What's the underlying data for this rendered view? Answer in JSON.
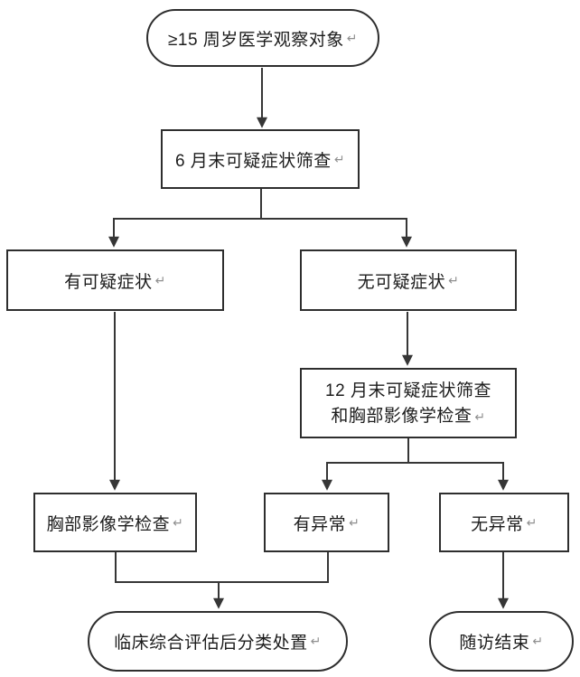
{
  "diagram": {
    "type": "flowchart",
    "return_mark": "↵",
    "colors": {
      "line": "#363636",
      "border": "#2e2e2e",
      "text": "#1c1c1c",
      "background": "#ffffff",
      "return_mark": "#8f8f8f"
    },
    "nodes": {
      "start": {
        "shape": "stadium",
        "label": "≥15 周岁医学观察对象"
      },
      "screen6": {
        "shape": "rect",
        "label": "6 月末可疑症状筛查"
      },
      "has_symptoms": {
        "shape": "rect",
        "label": "有可疑症状"
      },
      "no_symptoms": {
        "shape": "rect",
        "label": "无可疑症状"
      },
      "screen12": {
        "shape": "rect",
        "line1": "12 月末可疑症状筛查",
        "line2": "和胸部影像学检查"
      },
      "chest_imaging": {
        "shape": "rect",
        "label": "胸部影像学检查"
      },
      "abnormal": {
        "shape": "rect",
        "label": "有异常"
      },
      "normal": {
        "shape": "rect",
        "label": "无异常"
      },
      "evaluation": {
        "shape": "stadium",
        "label": "临床综合评估后分类处置"
      },
      "end": {
        "shape": "stadium",
        "label": "随访结束"
      }
    },
    "edges": [
      {
        "from": "start",
        "to": "screen6"
      },
      {
        "from": "screen6",
        "to": "has_symptoms"
      },
      {
        "from": "screen6",
        "to": "no_symptoms"
      },
      {
        "from": "has_symptoms",
        "to": "chest_imaging"
      },
      {
        "from": "no_symptoms",
        "to": "screen12"
      },
      {
        "from": "screen12",
        "to": "abnormal"
      },
      {
        "from": "screen12",
        "to": "normal"
      },
      {
        "from": "chest_imaging",
        "to": "evaluation"
      },
      {
        "from": "abnormal",
        "to": "evaluation"
      },
      {
        "from": "normal",
        "to": "end"
      }
    ]
  }
}
